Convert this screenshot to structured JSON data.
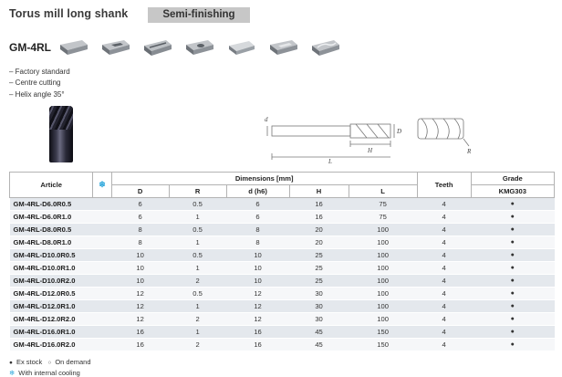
{
  "header": {
    "title": "Torus mill long shank",
    "badge": "Semi-finishing",
    "product_code": "GM-4RL",
    "features": [
      "– Factory standard",
      "– Centre cutting",
      "– Helix angle 35°"
    ]
  },
  "drawing": {
    "labels": {
      "d": "d",
      "D": "D",
      "H": "H",
      "L": "L",
      "R": "R"
    }
  },
  "table": {
    "headers": {
      "article": "Article",
      "cooling_icon": "❄",
      "dimensions_group": "Dimensions [mm]",
      "dim_cols": [
        "D",
        "R",
        "d (h6)",
        "H",
        "L"
      ],
      "teeth": "Teeth",
      "grade_group": "Grade",
      "grade_col": "KMG303"
    },
    "rows": [
      {
        "article": "GM-4RL-D6.0R0.5",
        "cooling": "",
        "D": "6",
        "R": "0.5",
        "d_h6": "6",
        "H": "16",
        "L": "75",
        "teeth": "4",
        "grade": "●"
      },
      {
        "article": "GM-4RL-D6.0R1.0",
        "cooling": "",
        "D": "6",
        "R": "1",
        "d_h6": "6",
        "H": "16",
        "L": "75",
        "teeth": "4",
        "grade": "●"
      },
      {
        "article": "GM-4RL-D8.0R0.5",
        "cooling": "",
        "D": "8",
        "R": "0.5",
        "d_h6": "8",
        "H": "20",
        "L": "100",
        "teeth": "4",
        "grade": "●"
      },
      {
        "article": "GM-4RL-D8.0R1.0",
        "cooling": "",
        "D": "8",
        "R": "1",
        "d_h6": "8",
        "H": "20",
        "L": "100",
        "teeth": "4",
        "grade": "●"
      },
      {
        "article": "GM-4RL-D10.0R0.5",
        "cooling": "",
        "D": "10",
        "R": "0.5",
        "d_h6": "10",
        "H": "25",
        "L": "100",
        "teeth": "4",
        "grade": "●"
      },
      {
        "article": "GM-4RL-D10.0R1.0",
        "cooling": "",
        "D": "10",
        "R": "1",
        "d_h6": "10",
        "H": "25",
        "L": "100",
        "teeth": "4",
        "grade": "●"
      },
      {
        "article": "GM-4RL-D10.0R2.0",
        "cooling": "",
        "D": "10",
        "R": "2",
        "d_h6": "10",
        "H": "25",
        "L": "100",
        "teeth": "4",
        "grade": "●"
      },
      {
        "article": "GM-4RL-D12.0R0.5",
        "cooling": "",
        "D": "12",
        "R": "0.5",
        "d_h6": "12",
        "H": "30",
        "L": "100",
        "teeth": "4",
        "grade": "●"
      },
      {
        "article": "GM-4RL-D12.0R1.0",
        "cooling": "",
        "D": "12",
        "R": "1",
        "d_h6": "12",
        "H": "30",
        "L": "100",
        "teeth": "4",
        "grade": "●"
      },
      {
        "article": "GM-4RL-D12.0R2.0",
        "cooling": "",
        "D": "12",
        "R": "2",
        "d_h6": "12",
        "H": "30",
        "L": "100",
        "teeth": "4",
        "grade": "●"
      },
      {
        "article": "GM-4RL-D16.0R1.0",
        "cooling": "",
        "D": "16",
        "R": "1",
        "d_h6": "16",
        "H": "45",
        "L": "150",
        "teeth": "4",
        "grade": "●"
      },
      {
        "article": "GM-4RL-D16.0R2.0",
        "cooling": "",
        "D": "16",
        "R": "2",
        "d_h6": "16",
        "H": "45",
        "L": "150",
        "teeth": "4",
        "grade": "●"
      }
    ]
  },
  "legend": {
    "ex_stock_icon": "●",
    "ex_stock_label": "Ex stock",
    "on_demand_icon": "○",
    "on_demand_label": "On demand",
    "cooling_icon": "❄",
    "cooling_label": "With internal cooling"
  }
}
